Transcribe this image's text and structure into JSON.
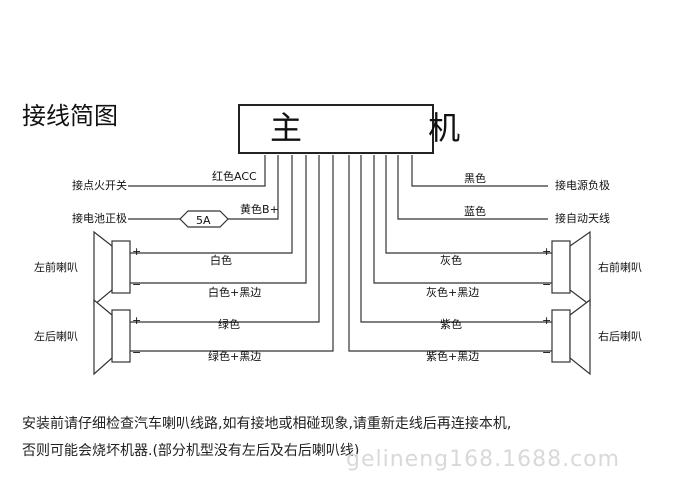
{
  "title": "接线简图",
  "main_unit": "主 机",
  "wires": {
    "red_acc": "红色ACC",
    "yellow_b": "黄色B+",
    "fuse": "5A",
    "black": "黑色",
    "blue": "蓝色",
    "white": "白色",
    "white_black": "白色+黑边",
    "green": "绿色",
    "green_black": "绿色+黑边",
    "gray": "灰色",
    "gray_black": "灰色+黑边",
    "purple": "紫色",
    "purple_black": "紫色+黑边"
  },
  "terminals": {
    "ignition": "接点火开关",
    "battery_pos": "接电池正极",
    "power_neg": "接电源负极",
    "auto_antenna": "接自动天线"
  },
  "speakers": {
    "front_left": "左前喇叭",
    "rear_left": "左后喇叭",
    "front_right": "右前喇叭",
    "rear_right": "右后喇叭",
    "plus": "+",
    "minus": "−"
  },
  "notes": {
    "line1": "安装前请仔细检查汽车喇叭线路,如有接地或相碰现象,请重新走线后再连接本机,",
    "line2": "否则可能会烧坏机器.(部分机型没有左后及右后喇叭线)"
  },
  "watermark": "gelineng168.1688.com"
}
